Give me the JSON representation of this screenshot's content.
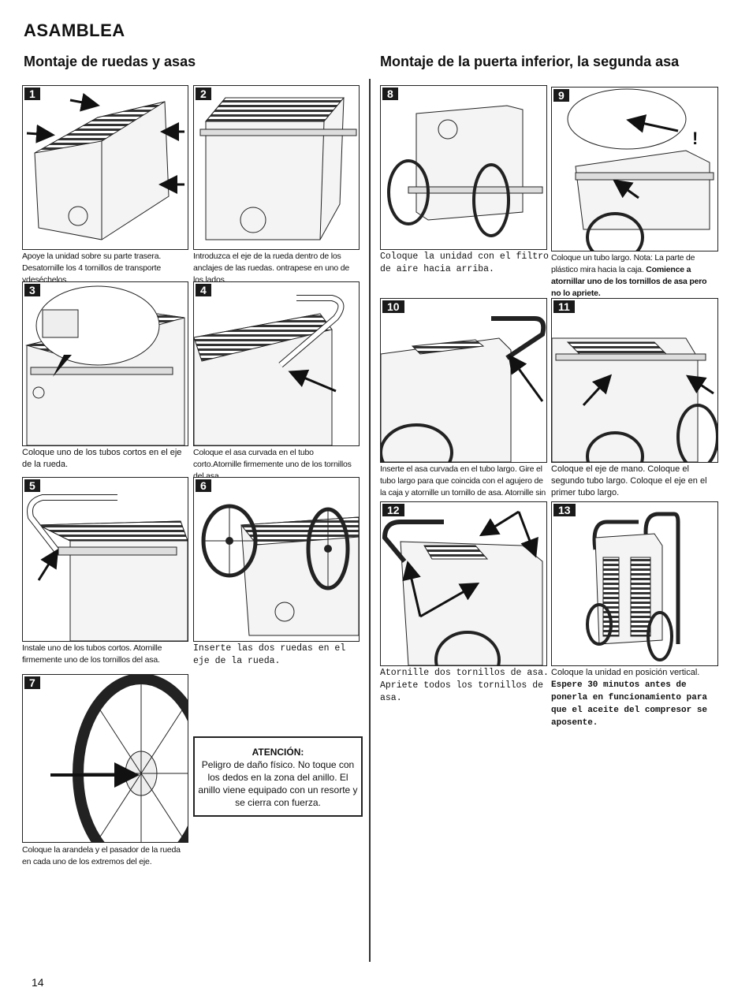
{
  "page": {
    "title": "ASAMBLEA",
    "left_heading": "Montaje de ruedas y asas",
    "right_heading": "Montaje de la puerta inferior, la segunda asa",
    "page_number": "14"
  },
  "steps": {
    "s1": {
      "num": "1",
      "caption": "Apoye la unidad sobre su parte trasera. Desatornille los 4 tornillos de transporte ydeséchelos."
    },
    "s2": {
      "num": "2",
      "caption": "Introduzca el eje de la rueda dentro de los anclajes de las ruedas. ontrapese en uno de los lados."
    },
    "s3": {
      "num": "3",
      "caption": "Coloque uno de los tubos cortos en el eje de la rueda."
    },
    "s4": {
      "num": "4",
      "caption": "Coloque el asa curvada en el tubo corto.Atornille firmemente uno de los tornillos del asa."
    },
    "s5": {
      "num": "5",
      "caption": "Instale uno de los tubos cortos. Atornille firmemente uno de los tornillos del asa."
    },
    "s6": {
      "num": "6",
      "caption": "Inserte las dos ruedas en el eje de la rueda."
    },
    "s7": {
      "num": "7",
      "caption": "Coloque la arandela y el pasador de la rueda en cada uno de los extremos del eje."
    },
    "s8": {
      "num": "8",
      "caption": "Coloque la unidad con el filtro de aire hacia arriba."
    },
    "s9": {
      "num": "9",
      "caption": "Coloque un tubo largo. Nota: La parte de plástico mira hacia la caja.",
      "caption_bold": "Comience a atornillar uno de los tornillos de asa pero no lo apriete."
    },
    "s10": {
      "num": "10",
      "caption": "Inserte el asa curvada en el tubo largo. Gire el tubo largo para que coincida con el agujero de la caja y atornille un tornillo de asa. Atornille sin apretar."
    },
    "s11": {
      "num": "11",
      "caption": "Coloque el eje de mano. Coloque el segundo tubo largo. Coloque el eje en el primer tubo largo."
    },
    "s12": {
      "num": "12",
      "caption": "Atornille dos tornillos de asa. Apriete todos los tornillos de asa."
    },
    "s13": {
      "num": "13",
      "caption": "Coloque la unidad en posición vertical.",
      "caption_bold": "Espere 30 minutos antes de ponerla en funcionamiento para que el aceite del compresor se aposente."
    }
  },
  "warning": {
    "title": "ATENCIÓN:",
    "body": "Peligro de daño físico. No toque con los dedos en la zona del anillo. El anillo viene equipado con un resorte y se cierra con fuerza."
  },
  "colors": {
    "ink": "#111111",
    "badge": "#1a1a1a",
    "paper": "#ffffff"
  },
  "icons": [
    "arrow-icon",
    "wheel-icon",
    "exclamation-icon"
  ]
}
